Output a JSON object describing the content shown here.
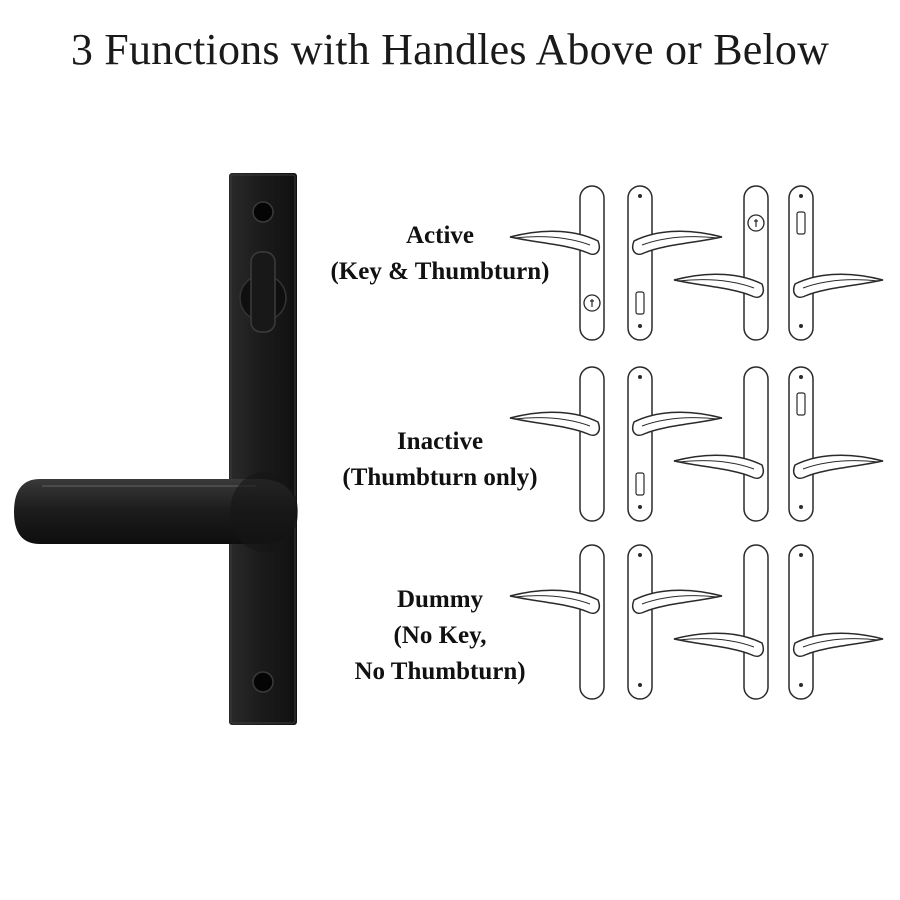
{
  "title": "3 Functions with Handles Above or Below",
  "colors": {
    "handle": "#1c1c1c",
    "outline": "#2a2a2a",
    "background": "#ffffff"
  },
  "rows": [
    {
      "lines": [
        "Active",
        "(Key & Thumbturn)"
      ]
    },
    {
      "lines": [
        "Inactive",
        "(Thumbturn only)"
      ]
    },
    {
      "lines": [
        "Dummy",
        "(No Key,",
        "No Thumbturn)"
      ]
    }
  ]
}
